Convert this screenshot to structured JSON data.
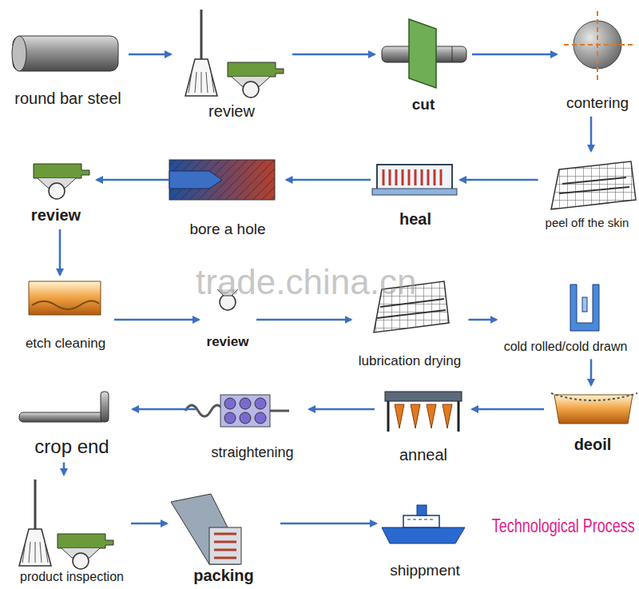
{
  "diagram": {
    "title": "Technological Process",
    "nodes": [
      {
        "text": [
          "round bar steel"
        ]
      },
      {
        "text": [
          "review"
        ]
      },
      {
        "text": [
          "cut"
        ]
      },
      {
        "text": [
          "contering"
        ]
      },
      {
        "text": [
          "peel off the skin"
        ]
      },
      {
        "text": [
          "heal"
        ]
      },
      {
        "text": [
          "bore a hole"
        ]
      },
      {
        "text": [
          "review"
        ]
      },
      {
        "text": [
          "etch cleaning"
        ]
      },
      {
        "text": [
          "review"
        ]
      },
      {
        "text": [
          "lubrication drying"
        ]
      },
      {
        "text": [
          "cold rolled/cold drawn"
        ]
      },
      {
        "text": [
          "deoil"
        ]
      },
      {
        "text": [
          "anneal"
        ]
      },
      {
        "text": [
          "straightening"
        ]
      },
      {
        "text": [
          "crop end"
        ]
      },
      {
        "text": [
          "product inspection"
        ]
      },
      {
        "text": [
          "packing"
        ]
      },
      {
        "text": [
          "shippment"
        ]
      }
    ],
    "edges": [
      {
        "from": 0,
        "to": 1,
        "arrow": "to"
      },
      {
        "from": 1,
        "to": 2,
        "arrow": "to"
      },
      {
        "from": 2,
        "to": 3,
        "arrow": "to"
      },
      {
        "from": 3,
        "to": 4,
        "arrow": "to"
      },
      {
        "from": 4,
        "to": 5,
        "arrow": "to"
      },
      {
        "from": 5,
        "to": 6,
        "arrow": "to"
      },
      {
        "from": 6,
        "to": 7,
        "arrow": "to"
      },
      {
        "from": 7,
        "to": 8,
        "arrow": "to"
      },
      {
        "from": 8,
        "to": 9,
        "arrow": "to"
      },
      {
        "from": 9,
        "to": 10,
        "arrow": "to"
      },
      {
        "from": 10,
        "to": 11,
        "arrow": "to"
      },
      {
        "from": 11,
        "to": 12,
        "arrow": "to"
      },
      {
        "from": 12,
        "to": 13,
        "arrow": "to"
      },
      {
        "from": 13,
        "to": 14,
        "arrow": "to"
      },
      {
        "from": 14,
        "to": 15,
        "arrow": "to"
      },
      {
        "from": 15,
        "to": 16,
        "arrow": "to"
      },
      {
        "from": 16,
        "to": 17,
        "arrow": "to"
      },
      {
        "from": 17,
        "to": 18,
        "arrow": "to"
      }
    ],
    "labels": [
      "trade.china.cn"
    ]
  }
}
